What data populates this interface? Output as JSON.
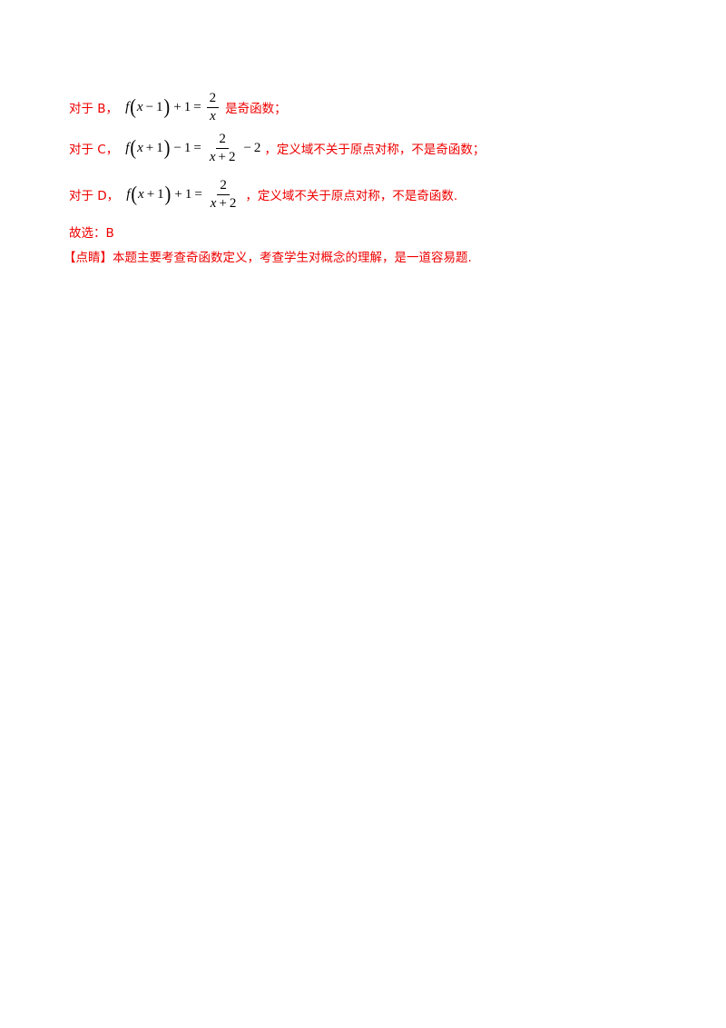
{
  "lines": {
    "b": {
      "prefix": "对于 B，",
      "math": {
        "f": "f",
        "x": "x",
        "op_in": "−",
        "one_in": "1",
        "op_out": "+",
        "one_out": "1",
        "eq": "=",
        "num": "2",
        "den_x": "x"
      },
      "suffix": "是奇函数；"
    },
    "c": {
      "prefix": "对于 C，",
      "math": {
        "f": "f",
        "x": "x",
        "op_in": "+",
        "one_in": "1",
        "op_out": "−",
        "one_out": "1",
        "eq": "=",
        "num": "2",
        "den_x": "x",
        "den_op": "+",
        "den_two": "2",
        "tail_op": "−",
        "tail_val": "2"
      },
      "suffix": "，定义域不关于原点对称，不是奇函数；"
    },
    "d": {
      "prefix": "对于 D，",
      "math": {
        "f": "f",
        "x": "x",
        "op_in": "+",
        "one_in": "1",
        "op_out": "+",
        "one_out": "1",
        "eq": "=",
        "num": "2",
        "den_x": "x",
        "den_op": "+",
        "den_two": "2"
      },
      "suffix": "，定义域不关于原点对称，不是奇函数."
    },
    "answer": "故选：B",
    "comment_bracket": "【点睛】",
    "comment": "本题主要考查奇函数定义，考查学生对概念的理解，是一道容易题."
  },
  "colors": {
    "text": "#ee0000",
    "math": "#000000"
  }
}
